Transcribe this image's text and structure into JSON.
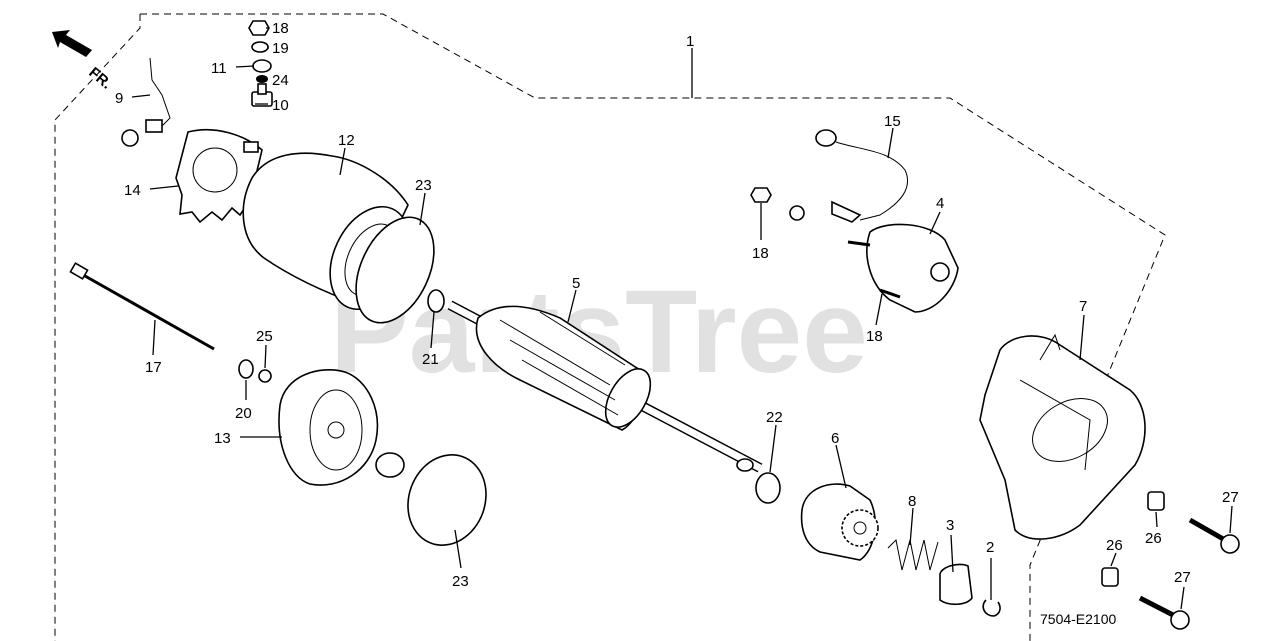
{
  "diagram": {
    "watermark": "PartsTree",
    "direction_label": "FR.",
    "drawing_code": "7504-E2100",
    "callouts": {
      "c1": "1",
      "c2": "2",
      "c3": "3",
      "c4": "4",
      "c5": "5",
      "c6": "6",
      "c7": "7",
      "c8": "8",
      "c9": "9",
      "c10": "10",
      "c11": "11",
      "c12": "12",
      "c13": "13",
      "c14": "14",
      "c15": "15",
      "c17": "17",
      "c18a": "18",
      "c18b": "18",
      "c18c": "18",
      "c19": "19",
      "c20": "20",
      "c21": "21",
      "c22": "22",
      "c23a": "23",
      "c23b": "23",
      "c24": "24",
      "c25": "25",
      "c26a": "26",
      "c26b": "26",
      "c27a": "27",
      "c27b": "27"
    }
  }
}
